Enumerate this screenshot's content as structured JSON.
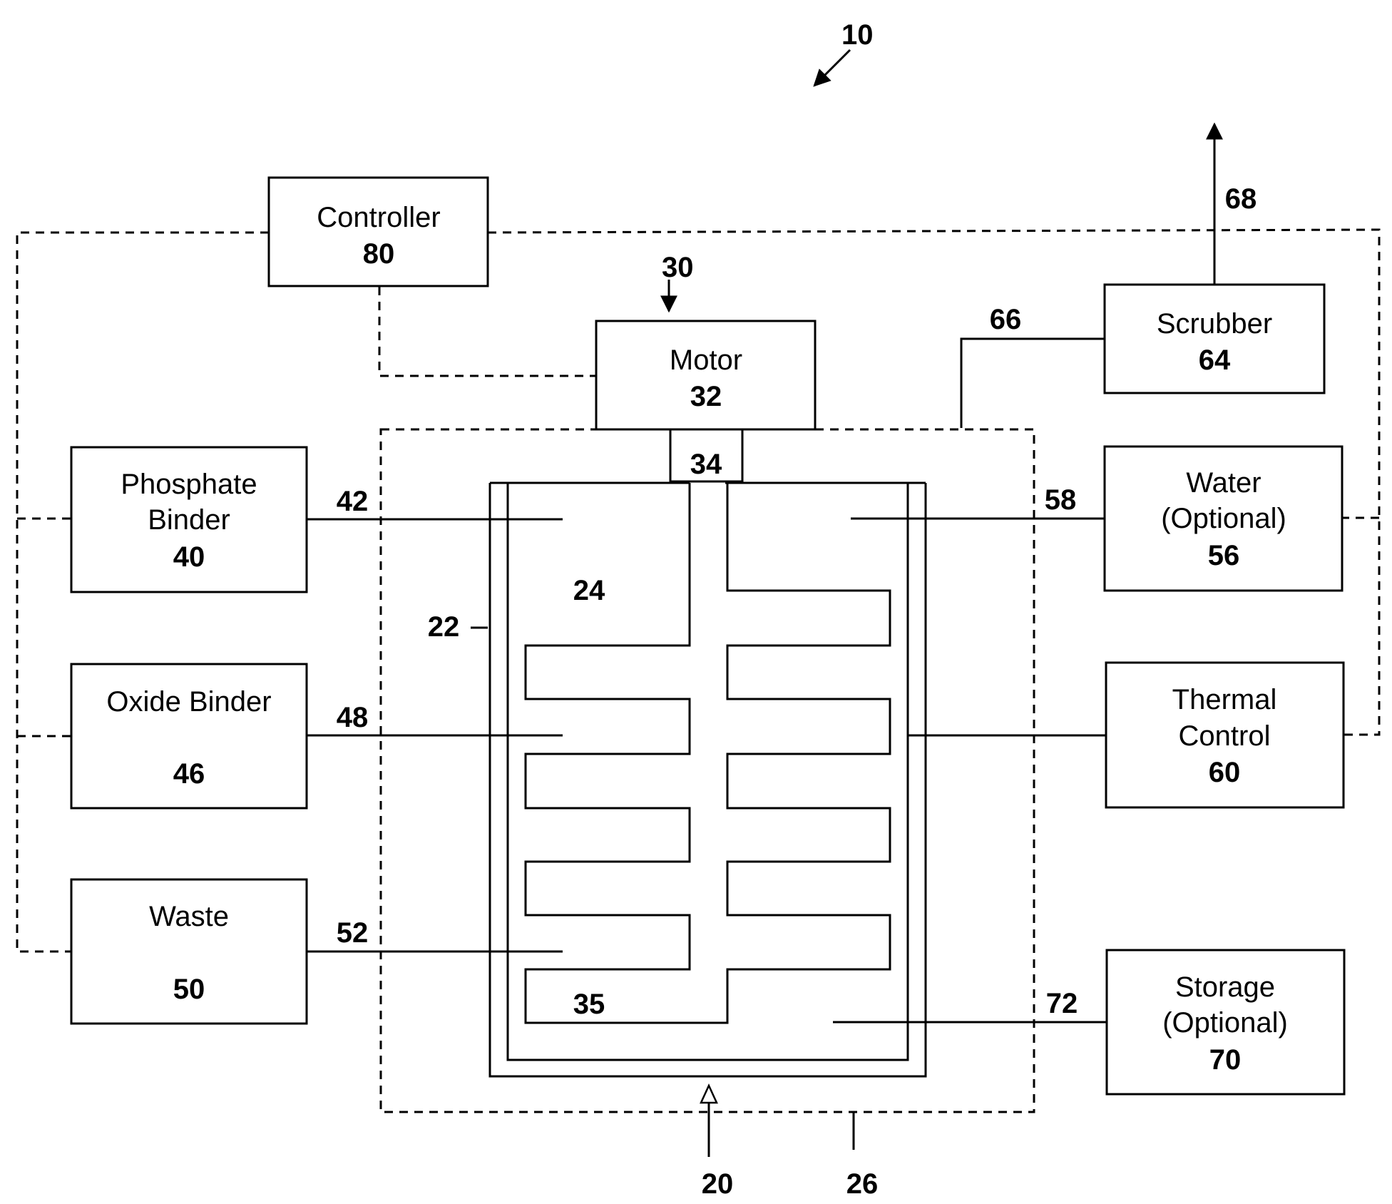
{
  "figure_number": "10",
  "blocks": {
    "controller": {
      "label": "Controller",
      "num": "80"
    },
    "motor": {
      "label": "Motor",
      "num": "32"
    },
    "scrubber": {
      "label": "Scrubber",
      "num": "64"
    },
    "phosphate_binder": {
      "label_line1": "Phosphate",
      "label_line2": "Binder",
      "num": "40"
    },
    "oxide_binder": {
      "label": "Oxide Binder",
      "num": "46"
    },
    "waste": {
      "label": "Waste",
      "num": "50"
    },
    "water": {
      "label_line1": "Water",
      "label_line2": "(Optional)",
      "num": "56"
    },
    "thermal_control": {
      "label_line1": "Thermal",
      "label_line2": "Control",
      "num": "60"
    },
    "storage": {
      "label_line1": "Storage",
      "label_line2": "(Optional)",
      "num": "70"
    }
  },
  "refs": {
    "r30": "30",
    "r34": "34",
    "r66": "66",
    "r68": "68",
    "r42": "42",
    "r48": "48",
    "r52": "52",
    "r58": "58",
    "r72": "72",
    "r24": "24",
    "r22": "22",
    "r35": "35",
    "r20": "20",
    "r26": "26"
  }
}
